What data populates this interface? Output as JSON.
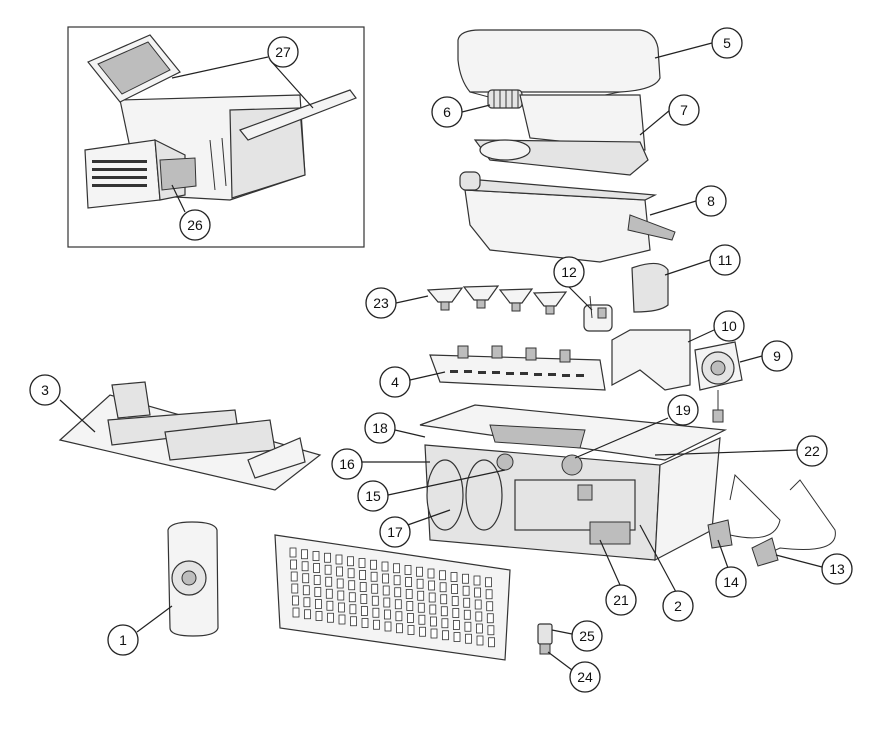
{
  "callouts": {
    "c1": "1",
    "c2": "2",
    "c3": "3",
    "c4": "4",
    "c5": "5",
    "c6": "6",
    "c7": "7",
    "c8": "8",
    "c9": "9",
    "c10": "10",
    "c11": "11",
    "c12": "12",
    "c13": "13",
    "c14": "14",
    "c15": "15",
    "c16": "16",
    "c17": "17",
    "c18": "18",
    "c19": "19",
    "c21": "21",
    "c22": "22",
    "c23": "23",
    "c24": "24",
    "c25": "25",
    "c26": "26",
    "c27": "27"
  },
  "colors": {
    "line": "#333333",
    "fill_light": "#f4f4f4",
    "fill_mid": "#e4e4e4",
    "fill_dark": "#bdbdbd"
  }
}
